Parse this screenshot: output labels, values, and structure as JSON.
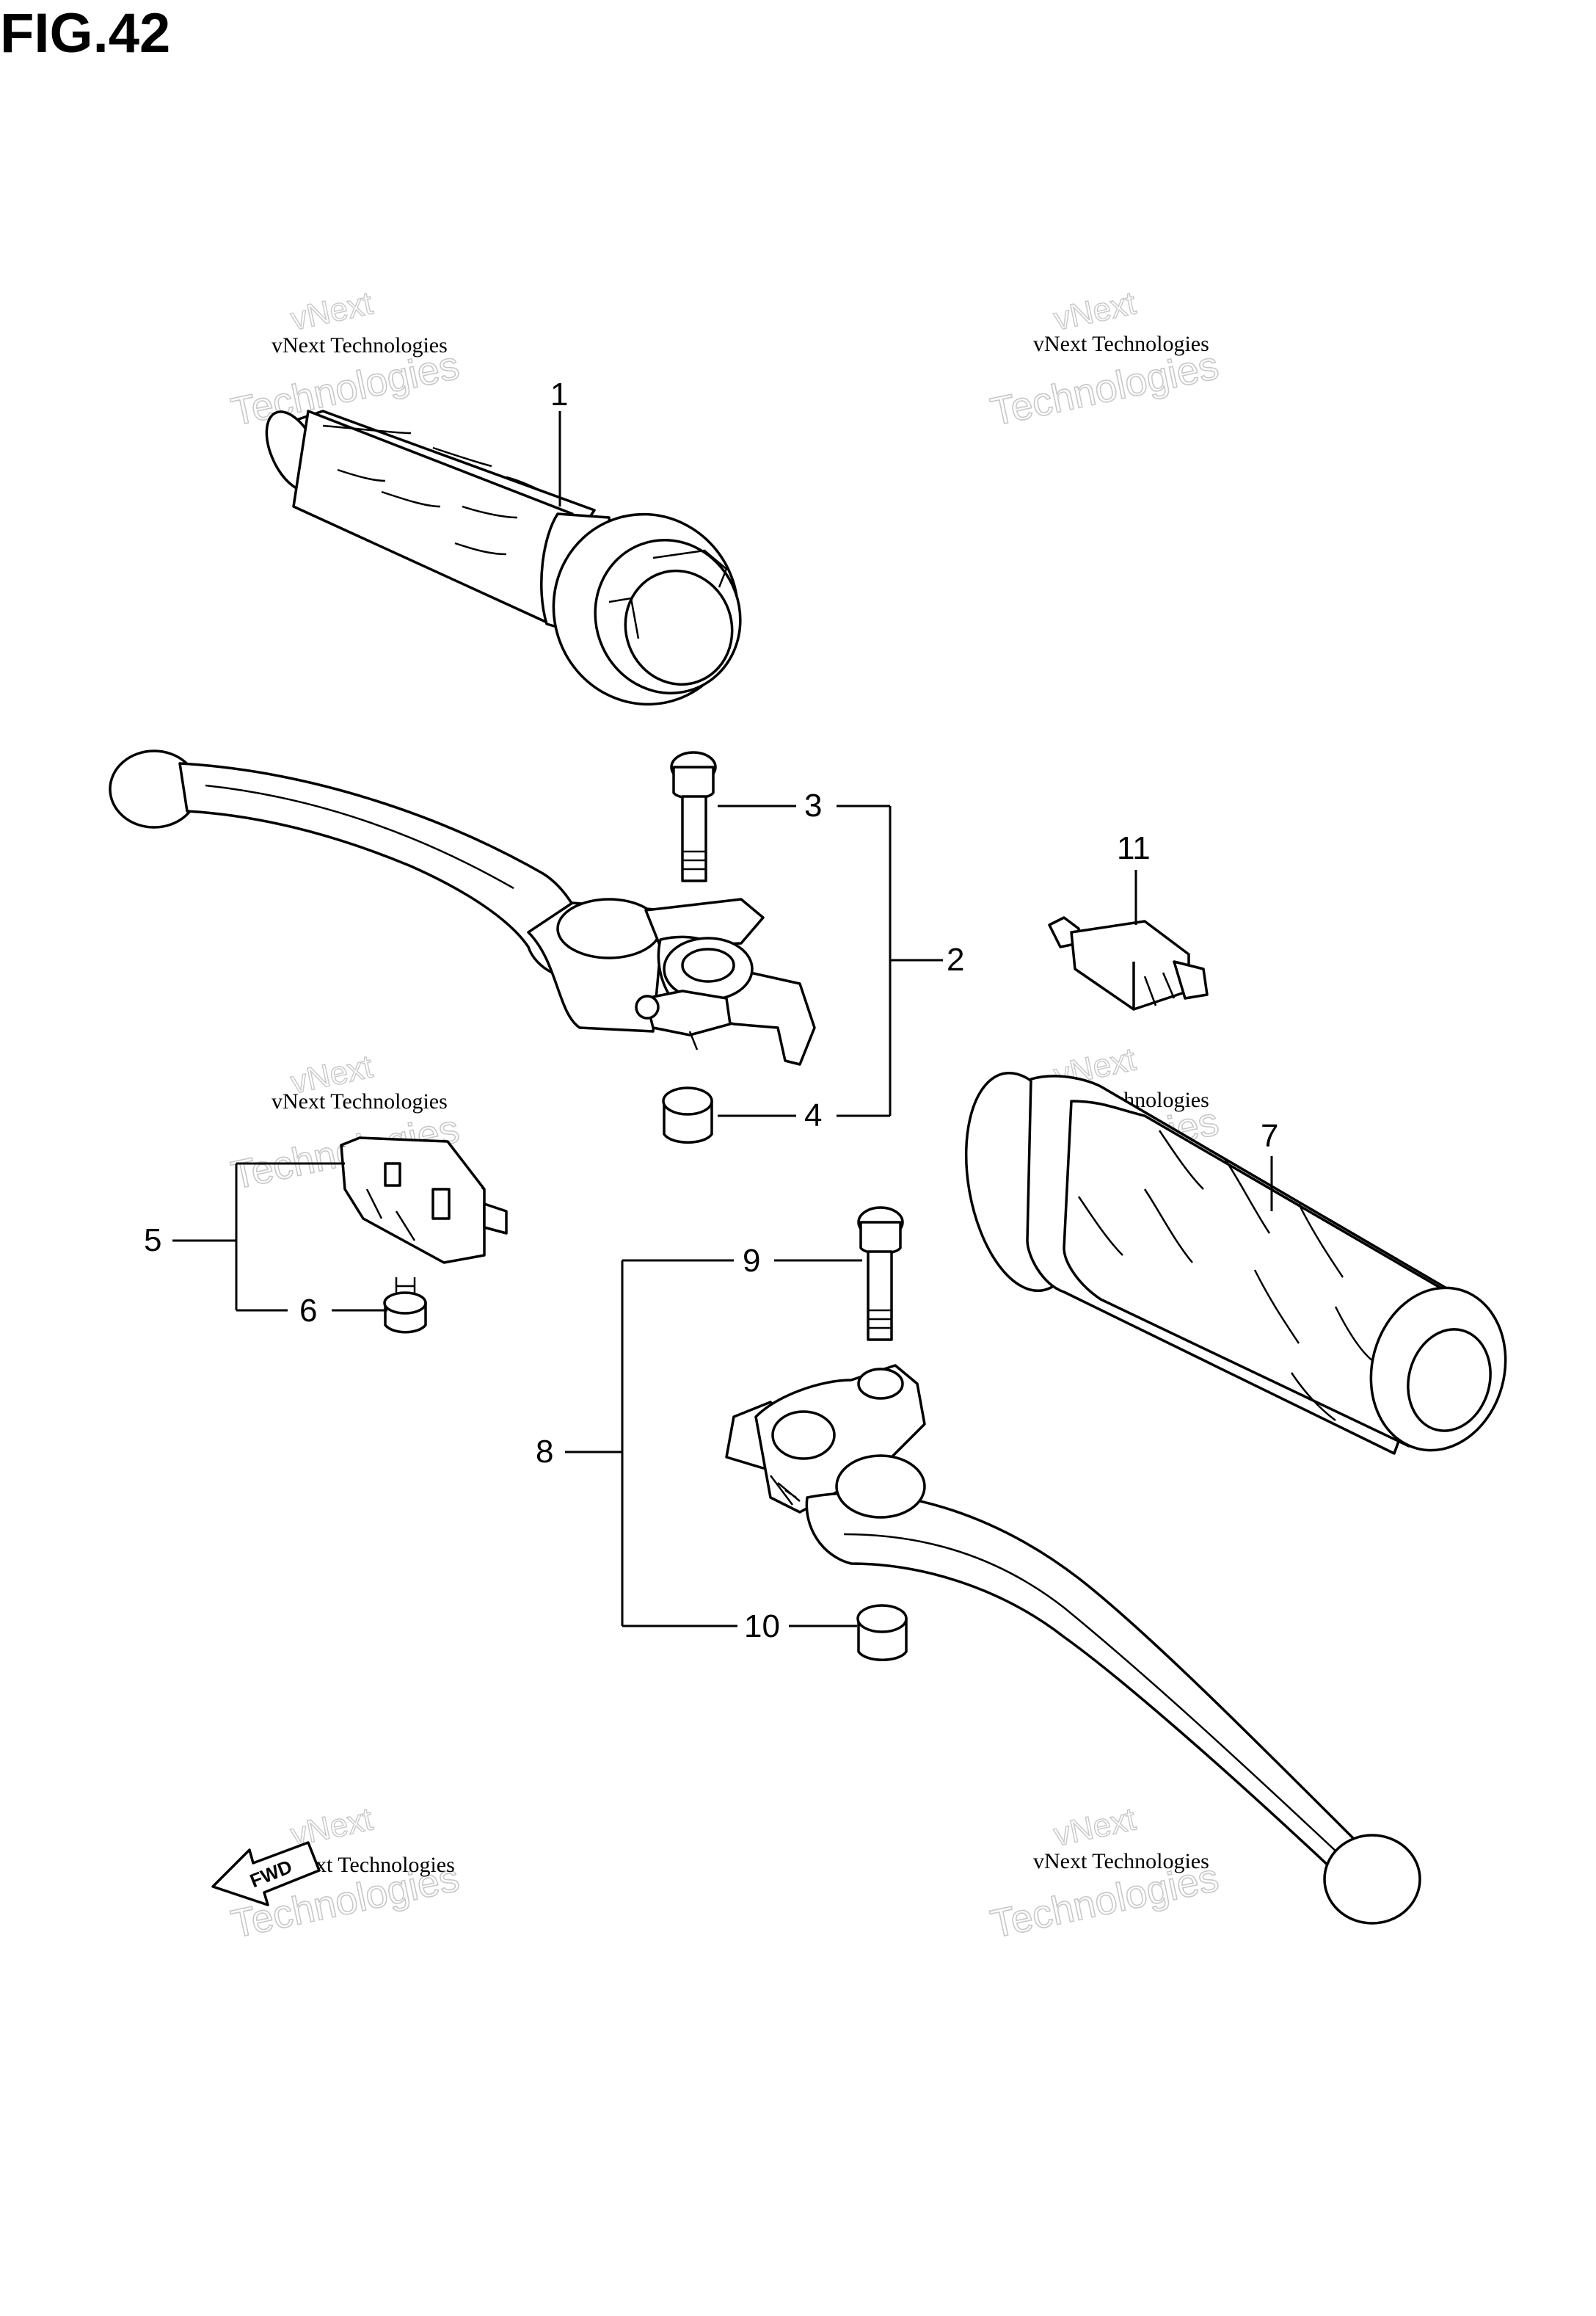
{
  "figure": {
    "title": "FIG.42"
  },
  "callouts": [
    "1",
    "2",
    "3",
    "4",
    "5",
    "6",
    "7",
    "8",
    "9",
    "10",
    "11"
  ],
  "watermark": {
    "line1": "vNext Technologies",
    "line2": "vNext",
    "line3": "Technologies"
  },
  "fwd_label": "FWD",
  "colors": {
    "ink": "#000000",
    "watermark": "#c8c8c8",
    "background": "#ffffff"
  }
}
